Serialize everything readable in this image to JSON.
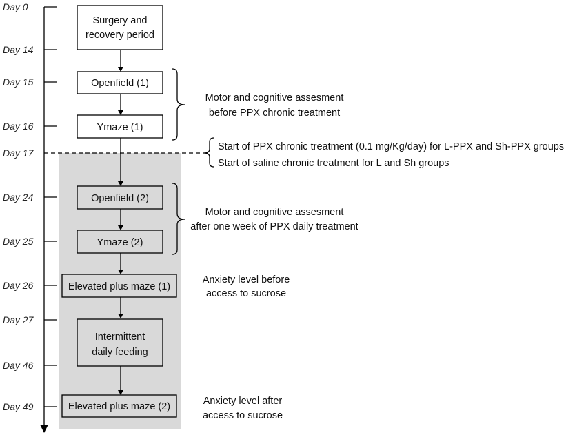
{
  "timeline": {
    "days": [
      "Day 0",
      "Day 14",
      "Day 15",
      "Day 16",
      "Day 17",
      "Day 24",
      "Day 25",
      "Day 26",
      "Day 27",
      "Day 46",
      "Day 49"
    ]
  },
  "boxes": {
    "surgery": [
      "Surgery and",
      "recovery period"
    ],
    "openfield1": "Openfield (1)",
    "ymaze1": "Ymaze (1)",
    "openfield2": "Openfield (2)",
    "ymaze2": "Ymaze (2)",
    "epm1": "Elevated plus maze (1)",
    "feeding": [
      "Intermittent",
      "daily feeding"
    ],
    "epm2": "Elevated plus maze (2)"
  },
  "notes": {
    "assess1": [
      "Motor  and cognitive assesment",
      "before PPX chronic treatment"
    ],
    "treatment": [
      "Start of PPX chronic treatment (0.1 mg/Kg/day) for L-PPX and Sh-PPX groups",
      "Start of saline chronic treatment for L and Sh groups"
    ],
    "assess2": [
      "Motor  and cognitive assesment",
      "after one week of PPX daily treatment"
    ],
    "anxiety1": [
      "Anxiety level before",
      "access to sucrose"
    ],
    "anxiety2": [
      "Anxiety level after",
      "access to sucrose"
    ]
  },
  "colors": {
    "shaded_region": "#d9d9d9",
    "lines": "#000000"
  }
}
